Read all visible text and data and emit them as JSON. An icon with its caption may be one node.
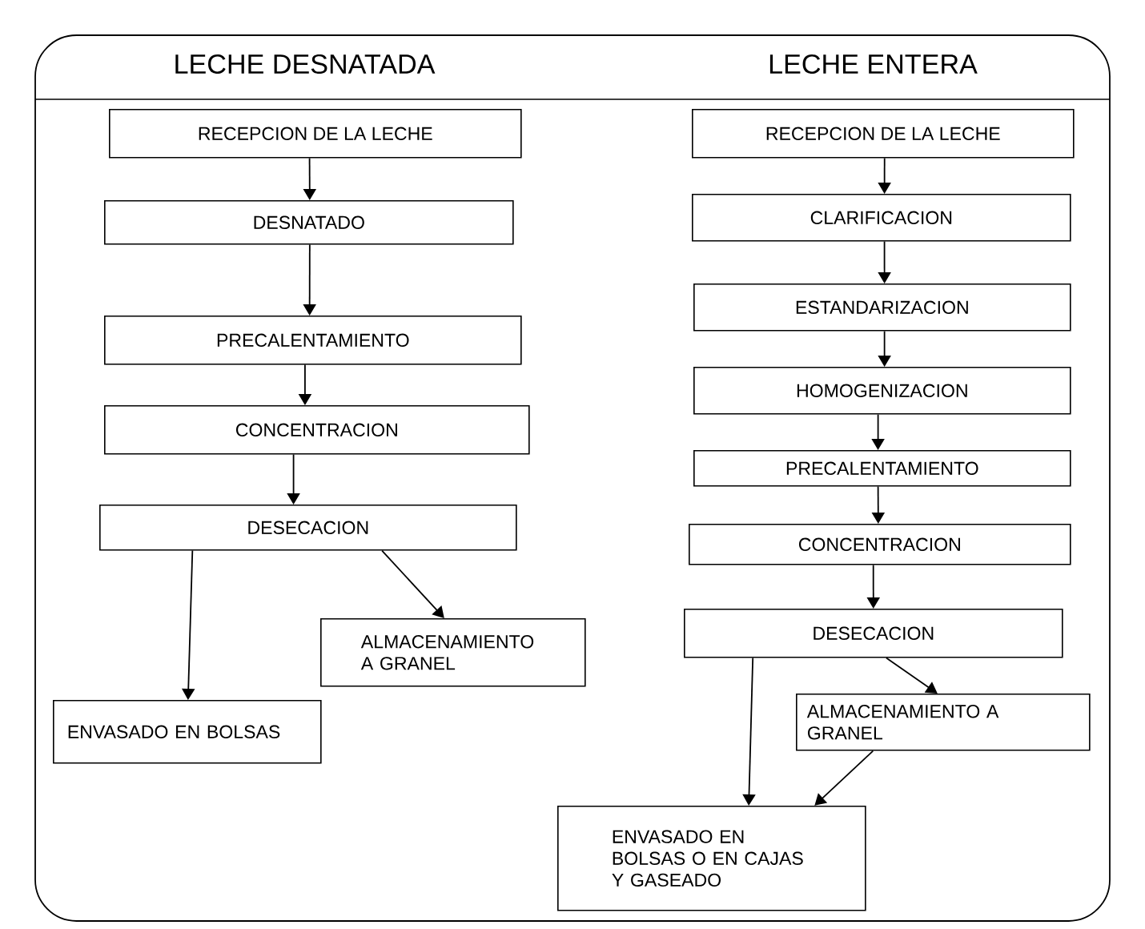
{
  "diagram": {
    "nodes": [
      {
        "text": [
          "RECEPCION DE LA LECHE"
        ]
      },
      {
        "text": [
          "DESNATADO"
        ]
      },
      {
        "text": [
          "PRECALENTAMIENTO"
        ]
      },
      {
        "text": [
          "CONCENTRACION"
        ]
      },
      {
        "text": [
          "DESECACION"
        ]
      },
      {
        "text": [
          "ALMACENAMIENTO A GRANEL"
        ]
      },
      {
        "text": [
          "ENVASADO EN BOLSAS"
        ]
      },
      {
        "text": [
          "RECEPCION DE LA LECHE"
        ]
      },
      {
        "text": [
          "CLARIFICACION"
        ]
      },
      {
        "text": [
          "ESTANDARIZACION"
        ]
      },
      {
        "text": [
          "HOMOGENIZACION"
        ]
      },
      {
        "text": [
          "PRECALENTAMIENTO"
        ]
      },
      {
        "text": [
          "CONCENTRACION"
        ]
      },
      {
        "text": [
          "DESECACION"
        ]
      },
      {
        "text": [
          "ALMACENAMIENTO A GRANEL"
        ]
      },
      {
        "text": [
          "ENVASADO EN BOLSAS O EN CAJAS Y GASEADO"
        ]
      }
    ],
    "edges": [
      {
        "from": 0,
        "to": 1,
        "arrow": "to"
      },
      {
        "from": 1,
        "to": 2,
        "arrow": "to"
      },
      {
        "from": 2,
        "to": 3,
        "arrow": "to"
      },
      {
        "from": 3,
        "to": 4,
        "arrow": "to"
      },
      {
        "from": 4,
        "to": 5,
        "arrow": "to"
      },
      {
        "from": 4,
        "to": 6,
        "arrow": "to"
      },
      {
        "from": 7,
        "to": 8,
        "arrow": "to"
      },
      {
        "from": 8,
        "to": 9,
        "arrow": "to"
      },
      {
        "from": 9,
        "to": 10,
        "arrow": "to"
      },
      {
        "from": 10,
        "to": 11,
        "arrow": "to"
      },
      {
        "from": 11,
        "to": 12,
        "arrow": "to"
      },
      {
        "from": 12,
        "to": 13,
        "arrow": "to"
      },
      {
        "from": 13,
        "to": 14,
        "arrow": "to"
      },
      {
        "from": 13,
        "to": 15,
        "arrow": "to"
      },
      {
        "from": 14,
        "to": 15,
        "arrow": "to"
      }
    ],
    "labels": [
      "LECHE DESNATADA",
      "LECHE ENTERA"
    ]
  }
}
